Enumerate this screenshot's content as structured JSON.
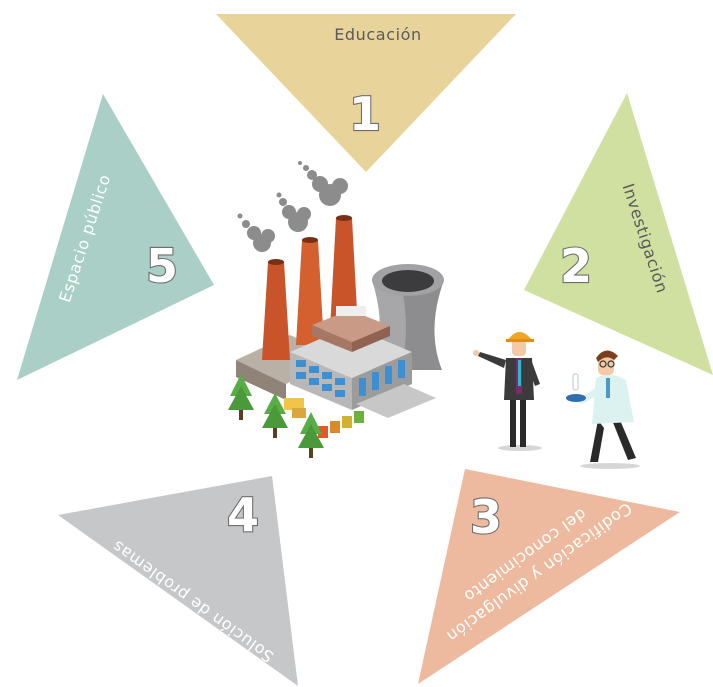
{
  "segments": [
    {
      "number": "1",
      "label_lines": [
        "Educación"
      ],
      "color": "#e8d49a"
    },
    {
      "number": "2",
      "label_lines": [
        "Investigación"
      ],
      "color": "#cfe0a0"
    },
    {
      "number": "3",
      "label_lines": [
        "Codificación y divulgación",
        "del conocimiento"
      ],
      "color": "#edbaa0"
    },
    {
      "number": "4",
      "label_lines": [
        "Solución de problemas"
      ],
      "color": "#c6c7c9"
    },
    {
      "number": "5",
      "label_lines": [
        "Espacio público"
      ],
      "color": "#a9cfc6"
    }
  ],
  "illustration": {
    "factory": "factory-icon",
    "engineer": "engineer-icon",
    "scientist": "scientist-icon",
    "trees": "tree-icon"
  }
}
